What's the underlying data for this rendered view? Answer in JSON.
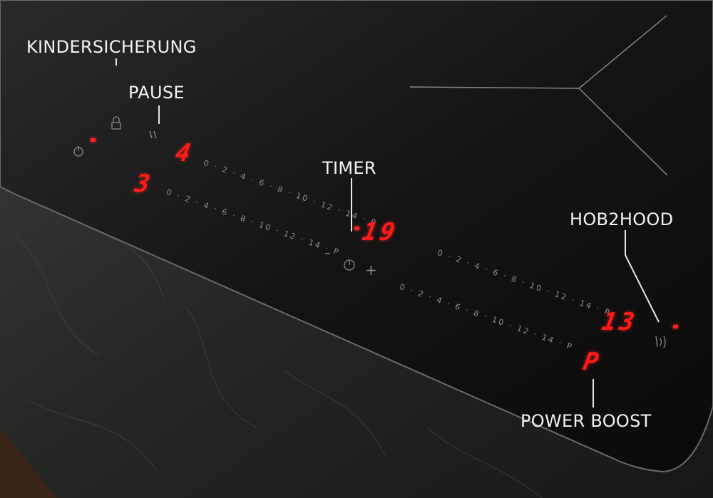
{
  "callouts": {
    "child_lock": "KINDERSICHERUNG",
    "pause": "PAUSE",
    "timer": "TIMER",
    "hob2hood": "HOB2HOOD",
    "power_boost": "POWER BOOST"
  },
  "zones": {
    "zone1": {
      "level": "4",
      "scale": "0 · 2 · 4 · 6 · 8 · 10 · 12 · 14 · P"
    },
    "zone2": {
      "level": "3",
      "scale": "0 · 2 · 4 · 6 · 8 · 10 · 12 · 14 · P"
    },
    "zone3": {
      "level": "13",
      "scale": "0 · 2 · 4 · 6 · 8 · 10 · 12 · 14 · P"
    },
    "zone4": {
      "level": "P",
      "scale": "0 · 2 · 4 · 6 · 8 · 10 · 12 · 14 · P"
    }
  },
  "timer": {
    "value": "19",
    "minus": "–",
    "plus": "+"
  },
  "colors": {
    "glass": "#121212",
    "display_red": "#ff1a1a",
    "label_white": "#f2f2f2",
    "stone": "#2a2c2a"
  },
  "icons": [
    "power-icon",
    "lock-icon",
    "pause-icon",
    "timer-icon",
    "hob2hood-icon"
  ]
}
